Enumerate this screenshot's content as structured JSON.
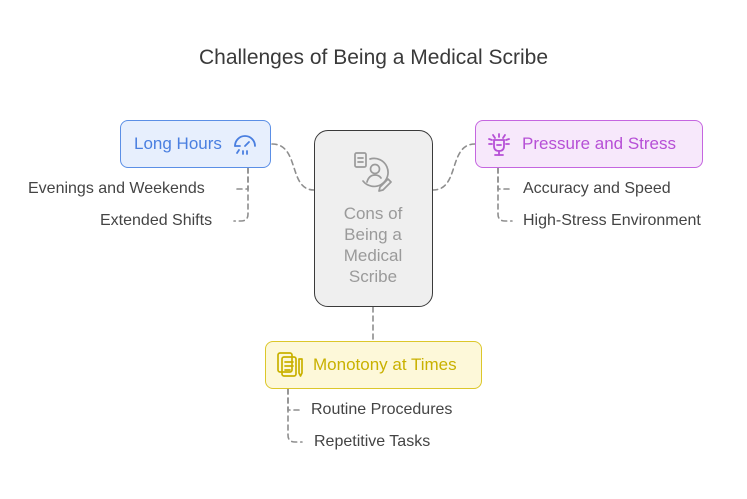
{
  "diagram": {
    "title": "Challenges of Being a Medical Scribe",
    "center": {
      "label": "Cons of\nBeing a\nMedical\nScribe",
      "icon": "medical-person-document-icon",
      "color": "#9a9a9a"
    },
    "branches": [
      {
        "id": "long-hours",
        "label": "Long Hours",
        "icon": "clock-icon",
        "color": "#4a7fe0",
        "items": [
          "Evenings and Weekends",
          "Extended Shifts"
        ]
      },
      {
        "id": "pressure",
        "label": "Pressure and Stress",
        "icon": "stress-head-icon",
        "color": "#b64fd6",
        "items": [
          "Accuracy and Speed",
          "High-Stress Environment"
        ]
      },
      {
        "id": "monotony",
        "label": "Monotony at Times",
        "icon": "repetitive-documents-icon",
        "color": "#c9b100",
        "items": [
          "Routine Procedures",
          "Repetitive Tasks"
        ]
      }
    ]
  }
}
